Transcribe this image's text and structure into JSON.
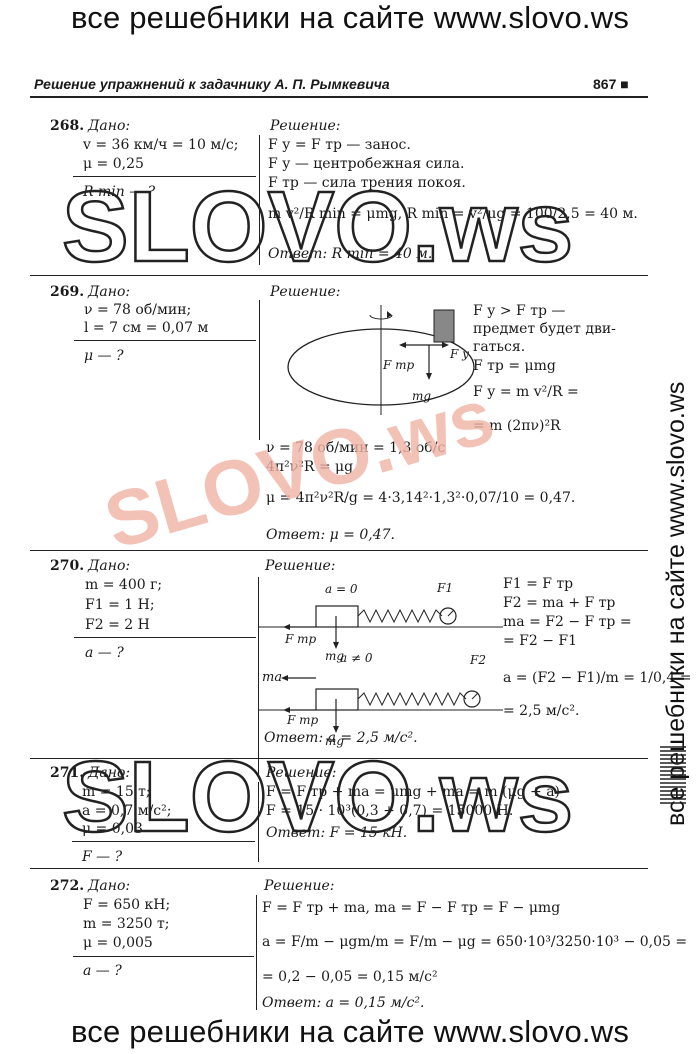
{
  "banner_top": "все решебники на сайте www.slovo.ws",
  "banner_bottom": "все решебники на сайте www.slovo.ws",
  "side_text": "все решебники на сайте www.slovo.ws",
  "watermark": "SLOVO.ws",
  "header": {
    "title": "Решение упражнений к задачнику А. П. Рымкевича",
    "page": "867 ■"
  },
  "p268": {
    "num": "268.",
    "given_label": "Дано:",
    "solution_label": "Решение:",
    "given": [
      "v = 36 км/ч = 10 м/с;",
      "μ = 0,25"
    ],
    "find": "R min — ?",
    "lines": [
      "F у = F тр — занос.",
      "F у — центробежная сила.",
      "F тр — сила трения покоя.",
      "m v²/R min = μmg, R min = v²/μg = 100/2,5 = 40 м."
    ],
    "answer": "Ответ: R min = 40 м."
  },
  "p269": {
    "num": "269.",
    "given_label": "Дано:",
    "solution_label": "Решение:",
    "given": [
      "ν = 78 об/мин;",
      "l = 7 см = 0,07 м"
    ],
    "find": "μ — ?",
    "right": [
      "F у > F тр —",
      "предмет будет дви-",
      "гаться.",
      "F тр = μmg",
      "F у = m v²/R =",
      "= m (2πν)²R"
    ],
    "fig": {
      "ftr": "F тр",
      "fy": "F у",
      "mg": "mg"
    },
    "lines": [
      "ν = 78 об/мин = 1,3 об/с",
      "4π²ν²R = μg",
      "μ = 4π²ν²R/g = 4·3,14²·1,3²·0,07/10 = 0,47."
    ],
    "answer": "Ответ: μ = 0,47."
  },
  "p270": {
    "num": "270.",
    "given_label": "Дано:",
    "solution_label": "Решение:",
    "given": [
      "m = 400 г;",
      "F1 = 1 Н;",
      "F2 = 2 Н"
    ],
    "find": "a — ?",
    "fig": {
      "a0": "a = 0",
      "a1": "a ≠ 0",
      "f1": "F1",
      "f2": "F2",
      "ftr": "F тр",
      "mg": "mg",
      "ma": "ma"
    },
    "right": [
      "F1 = F тр",
      "F2 = ma + F тр",
      "ma = F2 − F тр =",
      "= F2 − F1",
      "a = (F2 − F1)/m = 1/0,4 =",
      "= 2,5 м/с²."
    ],
    "answer": "Ответ: a = 2,5 м/с²."
  },
  "p271": {
    "num": "271.",
    "given_label": "Дано:",
    "solution_label": "Решение:",
    "given": [
      "m = 15 т;",
      "a = 0,7 м/с²;",
      "μ = 0,03"
    ],
    "find": "F — ?",
    "lines": [
      "F = F тр + ma = μmg + ma = m (μg + a)",
      "F = 15 · 10³(0,3 + 0,7) = 15000 Н."
    ],
    "answer": "Ответ: F = 15 кН."
  },
  "p272": {
    "num": "272.",
    "given_label": "Дано:",
    "solution_label": "Решение:",
    "given": [
      "F = 650 кН;",
      "m = 3250 т;",
      "μ = 0,005"
    ],
    "find": "a — ?",
    "lines": [
      "F = F тр + ma, ma = F − F тр = F − μmg",
      "a = F/m − μgm/m = F/m − μg = 650·10³/3250·10³ − 0,05 =",
      "= 0,2 − 0,05 = 0,15 м/с²"
    ],
    "answer": "Ответ: a = 0,15 м/с²."
  }
}
